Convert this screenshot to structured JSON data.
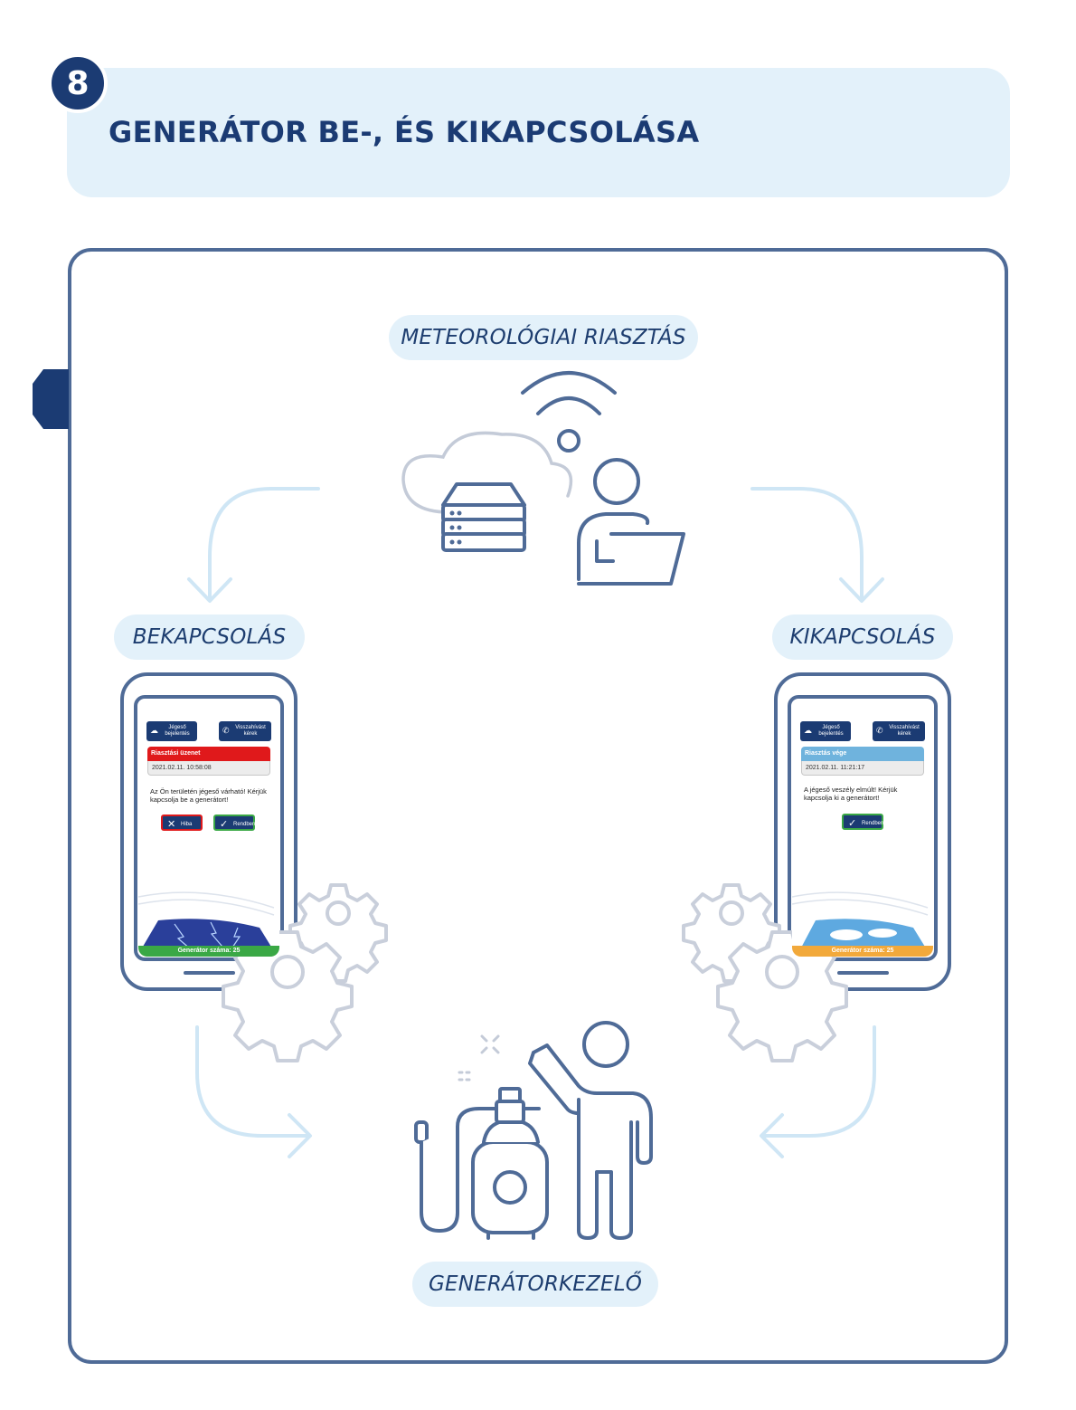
{
  "step": {
    "number": "8"
  },
  "header": {
    "title": "GENERÁTOR BE-, ÉS KIKAPCSOLÁSA"
  },
  "labels": {
    "top": "METEOROLÓGIAI RIASZTÁS",
    "left": "BEKAPCSOLÁS",
    "right": "KIKAPCSOLÁS",
    "bottom": "GENERÁTORKEZELŐ"
  },
  "phone_left": {
    "btn_report": "Jégeső bejelentés",
    "btn_callback": "Visszahívást kérek",
    "alert_title": "Riasztási üzenet",
    "alert_time": "2021.02.11. 10:58:08",
    "message": "Az Ön területén jégeső várható! Kérjük kapcsolja be a generátort!",
    "btn_error": "Hiba",
    "btn_ok": "Rendben",
    "footer": "Generátor száma: 25",
    "alert_color": "#e0191b"
  },
  "phone_right": {
    "btn_report": "Jégeső bejelentés",
    "btn_callback": "Visszahívást kérek",
    "alert_title": "Riasztás vége",
    "alert_time": "2021.02.11. 11:21:17",
    "message": "A jégeső veszély elmúlt! Kérjük kapcsolja ki a generátort!",
    "btn_ok": "Rendben",
    "footer": "Generátor száma: 25",
    "alert_color": "#6fb3dd"
  },
  "colors": {
    "navy": "#1b3b73",
    "line": "#4f6b97",
    "panel": "#e3f1fa",
    "arrow": "#cfe6f5",
    "gear": "#c9cfdb"
  },
  "icons": [
    "wifi-icon",
    "cloud-icon",
    "server-icon",
    "person-laptop-icon",
    "gear-icon",
    "gas-cylinder-icon",
    "person-waving-icon",
    "arrow-icon"
  ]
}
